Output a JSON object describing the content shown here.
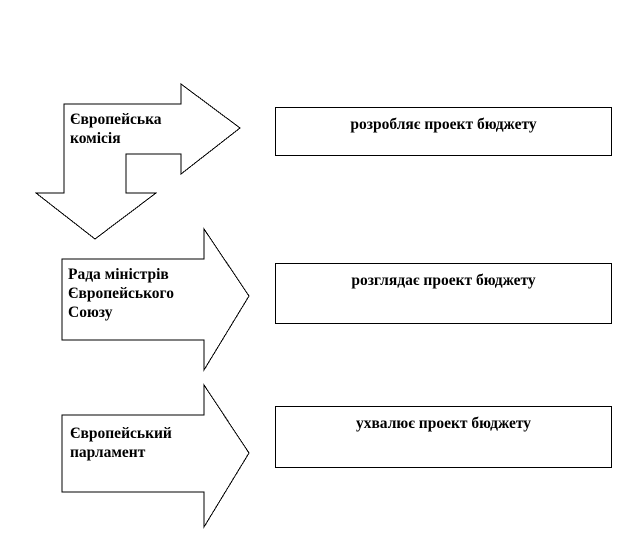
{
  "steps": [
    {
      "actor": {
        "line1": "Європейська",
        "line2": "комісія",
        "line3": ""
      },
      "action": "розробляє проект бюджету"
    },
    {
      "actor": {
        "line1": "Рада міністрів",
        "line2": "Європейського",
        "line3": "Союзу"
      },
      "action": "розглядає проект бюджету"
    },
    {
      "actor": {
        "line1": "Європейський",
        "line2": "парламент",
        "line3": ""
      },
      "action": "ухвалює проект бюджету"
    }
  ]
}
